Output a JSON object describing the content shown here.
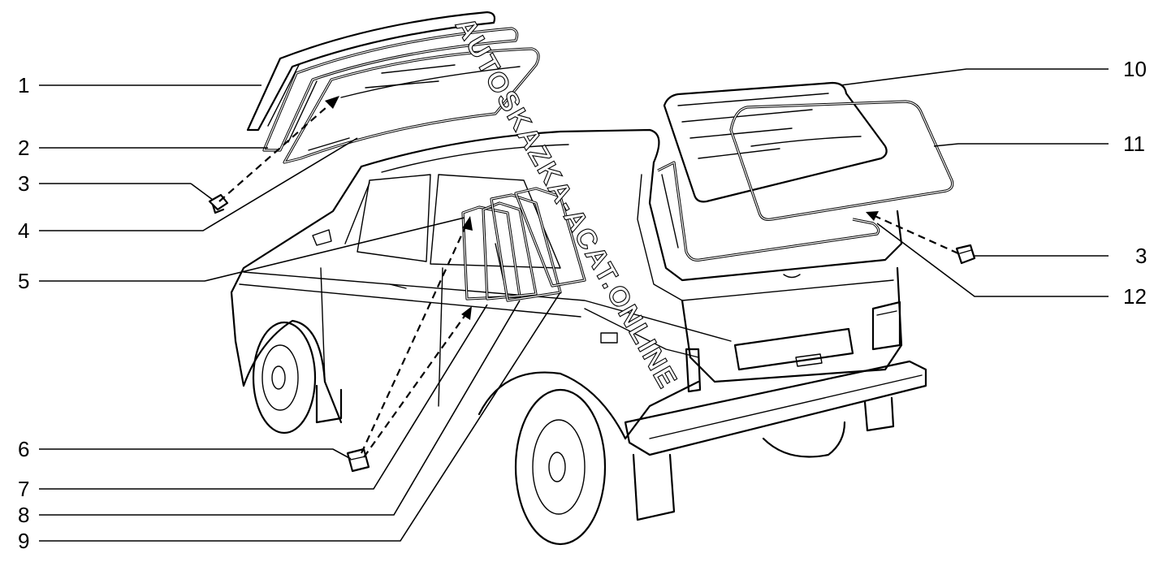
{
  "diagram": {
    "callouts": [
      {
        "id": "c1",
        "label": "1"
      },
      {
        "id": "c2",
        "label": "2"
      },
      {
        "id": "c3a",
        "label": "3"
      },
      {
        "id": "c4",
        "label": "4"
      },
      {
        "id": "c5",
        "label": "5"
      },
      {
        "id": "c6",
        "label": "6"
      },
      {
        "id": "c7",
        "label": "7"
      },
      {
        "id": "c8",
        "label": "8"
      },
      {
        "id": "c9",
        "label": "9"
      },
      {
        "id": "c10",
        "label": "10"
      },
      {
        "id": "c11",
        "label": "11"
      },
      {
        "id": "c3b",
        "label": "3"
      },
      {
        "id": "c12",
        "label": "12"
      }
    ],
    "watermark": "AUTOSKAZKA-ACAT.ONLINE",
    "colors": {
      "line": "#000000",
      "background": "#ffffff"
    }
  }
}
